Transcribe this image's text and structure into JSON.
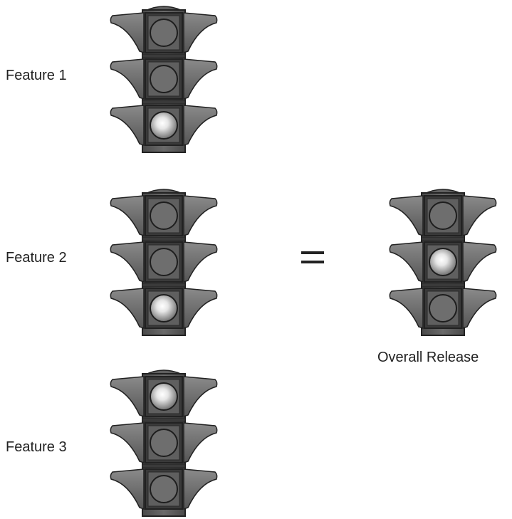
{
  "features": [
    {
      "label": "Feature 1",
      "lit": "bottom"
    },
    {
      "label": "Feature 2",
      "lit": "bottom"
    },
    {
      "label": "Feature 3",
      "lit": "top"
    }
  ],
  "equals_symbol": "=",
  "overall": {
    "label": "Overall Release",
    "lit": "middle"
  },
  "colors": {
    "housing": "#5f5f5f",
    "housing_dark": "#3a3a3a",
    "visor": "#7a7a7a",
    "lens_off": "#6e6e6e",
    "lens_on_center": "#ffffff",
    "lens_on_edge": "#6a6a6a",
    "text": "#222222"
  },
  "icons": [
    "traffic-light-icon",
    "equals-icon"
  ]
}
